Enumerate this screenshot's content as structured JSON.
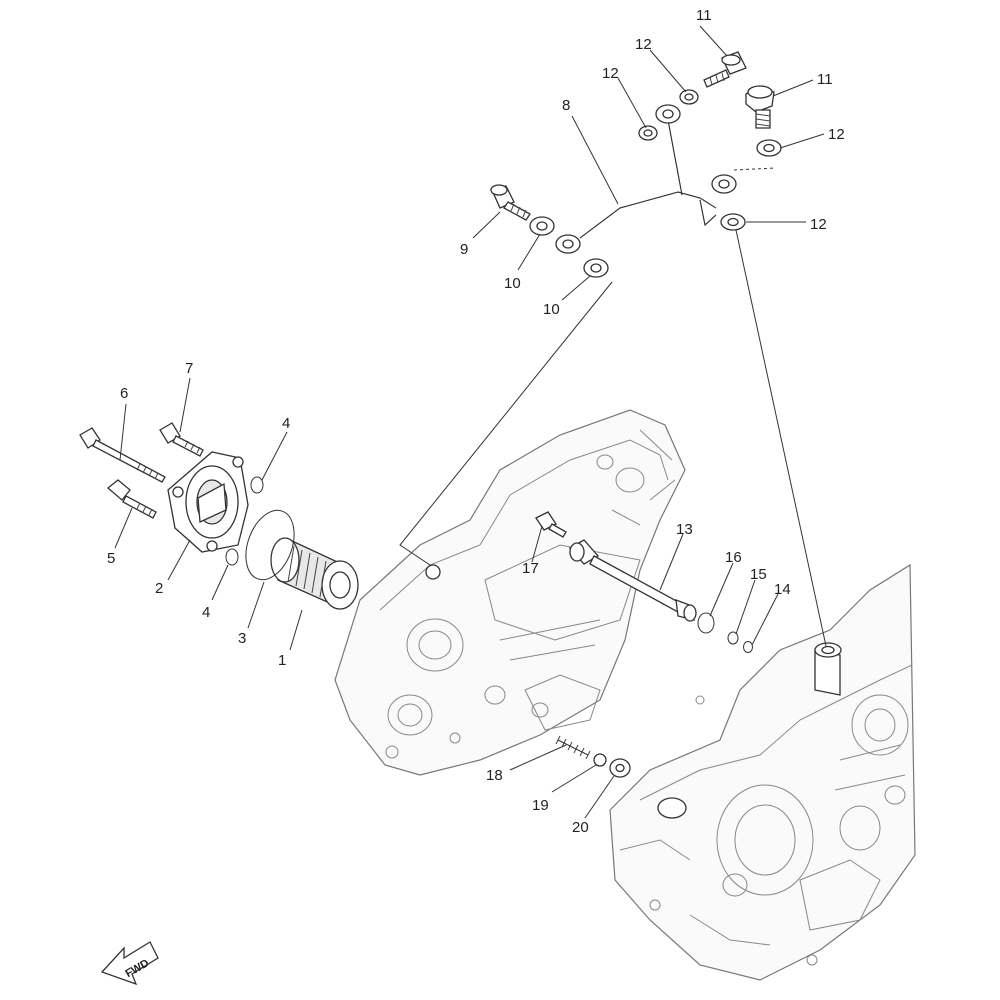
{
  "diagram": {
    "callouts": [
      {
        "id": "c1",
        "text": "1"
      },
      {
        "id": "c2",
        "text": "2"
      },
      {
        "id": "c3",
        "text": "3"
      },
      {
        "id": "c4a",
        "text": "4"
      },
      {
        "id": "c4b",
        "text": "4"
      },
      {
        "id": "c5",
        "text": "5"
      },
      {
        "id": "c6",
        "text": "6"
      },
      {
        "id": "c7",
        "text": "7"
      },
      {
        "id": "c8",
        "text": "8"
      },
      {
        "id": "c9",
        "text": "9"
      },
      {
        "id": "c10a",
        "text": "10"
      },
      {
        "id": "c10b",
        "text": "10"
      },
      {
        "id": "c11a",
        "text": "11"
      },
      {
        "id": "c11b",
        "text": "11"
      },
      {
        "id": "c12a",
        "text": "12"
      },
      {
        "id": "c12b",
        "text": "12"
      },
      {
        "id": "c12c",
        "text": "12"
      },
      {
        "id": "c12d",
        "text": "12"
      },
      {
        "id": "c13",
        "text": "13"
      },
      {
        "id": "c14",
        "text": "14"
      },
      {
        "id": "c15",
        "text": "15"
      },
      {
        "id": "c16",
        "text": "16"
      },
      {
        "id": "c17",
        "text": "17"
      },
      {
        "id": "c18",
        "text": "18"
      },
      {
        "id": "c19",
        "text": "19"
      },
      {
        "id": "c20",
        "text": "20"
      }
    ],
    "fwd_label": "FWD"
  }
}
